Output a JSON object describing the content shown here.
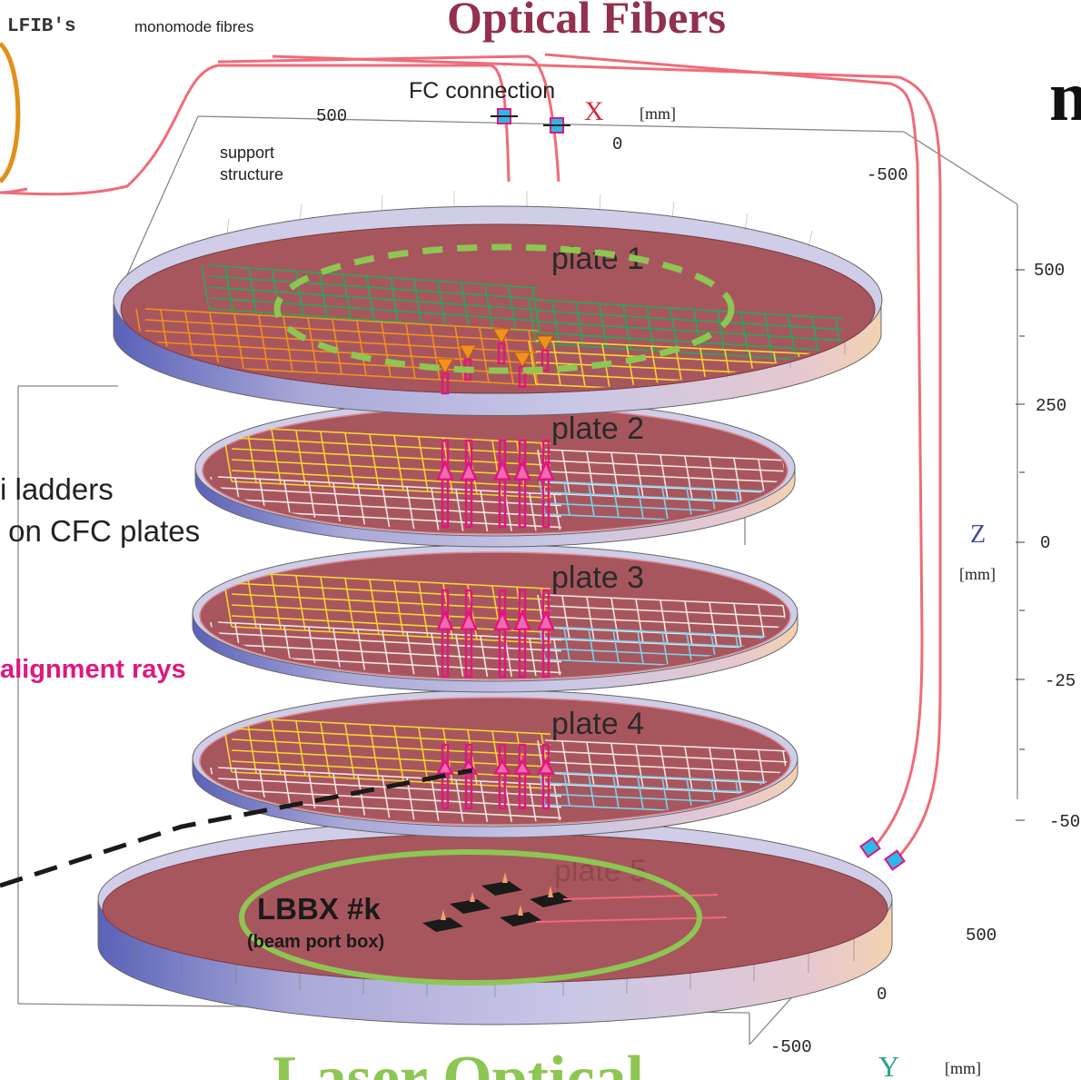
{
  "header": {
    "lfib_label": "LFIB's",
    "lfib_sub": "monomode fibres",
    "title": "Optical Fibers",
    "title_color": "#93304e",
    "cut_letter": "n"
  },
  "labels": {
    "fc_connection": "FC connection",
    "support_structure_line1": "support",
    "support_structure_line2": "structure",
    "si_ladders_line1": "i ladders",
    "si_ladders_line2": " on CFC plates",
    "alignment_rays": "alignment rays",
    "alignment_color": "#e0177f",
    "lbbx": "LBBX #k",
    "lbbx_sub": "(beam port box)",
    "laser_optical": "Laser Optical",
    "laser_color": "#8dc653"
  },
  "plates": [
    {
      "label": "plate 1"
    },
    {
      "label": "plate 2"
    },
    {
      "label": "plate 3"
    },
    {
      "label": "plate 4"
    },
    {
      "label": "plate 5"
    }
  ],
  "axes": {
    "x": {
      "name": "X",
      "unit": "[mm]",
      "ticks": [
        "500",
        "0",
        "-500"
      ],
      "color": "#d62a3c"
    },
    "z": {
      "name": "Z",
      "unit": "[mm]",
      "ticks": [
        "500",
        "250",
        "0",
        "-25",
        "-50"
      ],
      "color": "#3b4fa0"
    },
    "y": {
      "name": "Y",
      "unit": "[mm]",
      "ticks": [
        "500",
        "0",
        "-500"
      ],
      "color": "#2aa38a"
    }
  },
  "colors": {
    "plate_fill": "#a8565e",
    "plate_rim": "#b8b6dc",
    "fiber": "#f06b78",
    "grid_orange": "#f0901e",
    "grid_green": "#27a85a",
    "grid_yellow": "#f3d432",
    "grid_white": "#f2e4e4",
    "grid_blue": "#7fd0e8",
    "connector": "#2cb8e8"
  }
}
